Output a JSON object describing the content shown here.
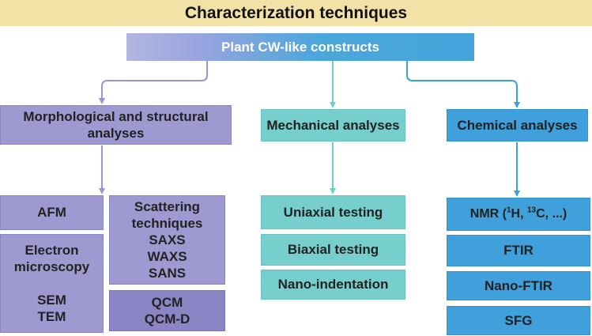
{
  "title": "Characterization techniques",
  "root": "Plant CW-like constructs",
  "categories": {
    "morphological": "Morphological and structural analyses",
    "mechanical": "Mechanical analyses",
    "chemical": "Chemical analyses"
  },
  "morphological_items": {
    "afm": "AFM",
    "electron_microscopy": {
      "heading_line1": "Electron",
      "heading_line2": "microscopy",
      "sub1": "SEM",
      "sub2": "TEM"
    },
    "scattering": {
      "heading_line1": "Scattering",
      "heading_line2": "techniques",
      "sub1": "SAXS",
      "sub2": "WAXS",
      "sub3": "SANS"
    },
    "qcm": {
      "line1": "QCM",
      "line2": "QCM-D"
    }
  },
  "mechanical_items": [
    "Uniaxial testing",
    "Biaxial testing",
    "Nano-indentation"
  ],
  "chemical_items": {
    "nmr": {
      "prefix": "NMR (",
      "iso1_mass": "1",
      "iso1_el": "H, ",
      "iso2_mass": "13",
      "iso2_el": "C, ...)"
    },
    "ftir": "FTIR",
    "nano_ftir": "Nano-FTIR",
    "sfg": "SFG"
  },
  "colors": {
    "title_bg": "#f3e2a6",
    "morphological": "#9e9ad1",
    "mechanical": "#76cfcd",
    "chemical": "#3fa0dc",
    "connector_purple": "#9a95cf",
    "connector_teal": "#6fcfcf",
    "connector_blue": "#3a9fdc"
  }
}
